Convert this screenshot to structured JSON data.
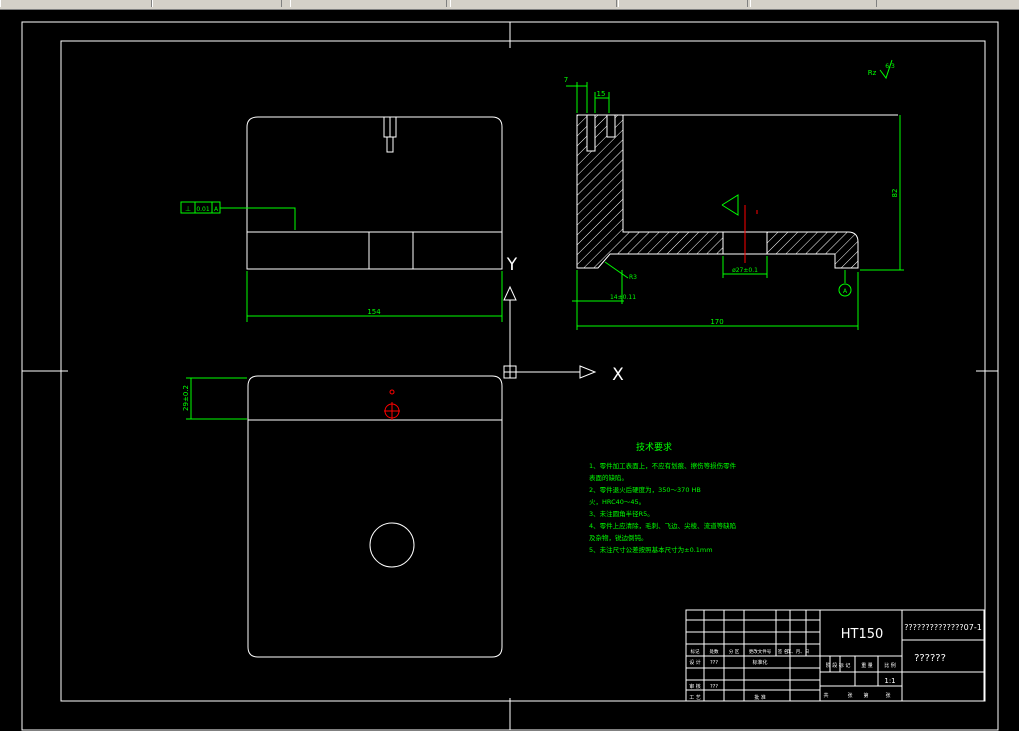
{
  "colors": {
    "background": "#000000",
    "outline": "#ffffff",
    "dimension": "#00ff00",
    "centerline": "#ff0000",
    "hatch": "#ffffff",
    "note": "#00ff00"
  },
  "dimensions": {
    "width_154": "154",
    "width_170": "170",
    "height_82": "82",
    "d7": "7",
    "d15": "15",
    "d14": "14±0.11",
    "d27": "ø27±0.1",
    "d29": "29±0.2",
    "r3": "R3",
    "flatness_sym": "⊥",
    "flatness_val": "0.01",
    "flatness_ref": "A",
    "datum_a": "A"
  },
  "roughness": {
    "label": "Rz",
    "value": "6.3"
  },
  "axes": {
    "x": "X",
    "y": "Y"
  },
  "notes": {
    "title": "技术要求",
    "lines": [
      "1、零件加工表面上，不应有划痕、擦伤等损伤零件",
      "表面的缺陷。",
      "2、零件退火后硬度为，350～370 HB",
      "火，HRC40～45。",
      "3、未注圆角半径R5。",
      "4、零件上应清除，毛刺、飞边、尖棱、流道等缺陷",
      "及杂物，锐边倒钝。",
      "5、未注尺寸公差按照基本尺寸为±0.1mm"
    ]
  },
  "title_block": {
    "material": "HT150",
    "drawing_no": "??????????????07-1",
    "part_name": "??????",
    "scale": "1:1",
    "row1": [
      "标记",
      "处数",
      "分 区",
      "更改文件号",
      "签 名",
      "年、月、日"
    ],
    "design_label": "设 计",
    "design_name": "???",
    "std_label": "标准化",
    "review_label": "审 核",
    "review_name": "???",
    "process_label": "工 艺",
    "approve_label": "批 准",
    "stage_headers": [
      "阶 段 标 记",
      "重 量",
      "比 例"
    ],
    "sheet_row": [
      "共",
      "张",
      "第",
      "张"
    ]
  }
}
